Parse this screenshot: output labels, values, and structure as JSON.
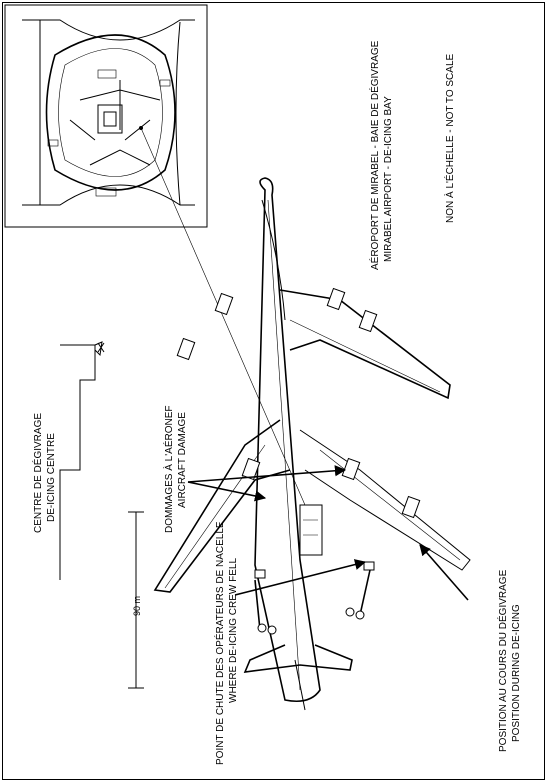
{
  "title": {
    "line1": "AÉROPORT DE MIRABEL - BAIE DE DÉGIVRAGE",
    "line2": "MIRABEL AIRPORT - DE-ICING BAY"
  },
  "scale_note": "NON À L'ÉCHELLE - NOT TO SCALE",
  "labels": {
    "deicing_centre_fr": "CENTRE DE DÉGIVRAGE",
    "deicing_centre_en": "DE-ICING CENTRE",
    "damage_fr": "DOMMAGES À L'AÉRONEF",
    "damage_en": "AIRCRAFT DAMAGE",
    "crew_fell_fr": "POINT DE CHUTE DES OPÉRATEURS DE NACELLE",
    "crew_fell_en": "WHERE DE-ICING CREW FELL",
    "position_fr": "POSITION AU COURS DU DÉGIVRAGE",
    "position_en": "POSITION DURING DE-ICING",
    "distance": "90 m"
  }
}
